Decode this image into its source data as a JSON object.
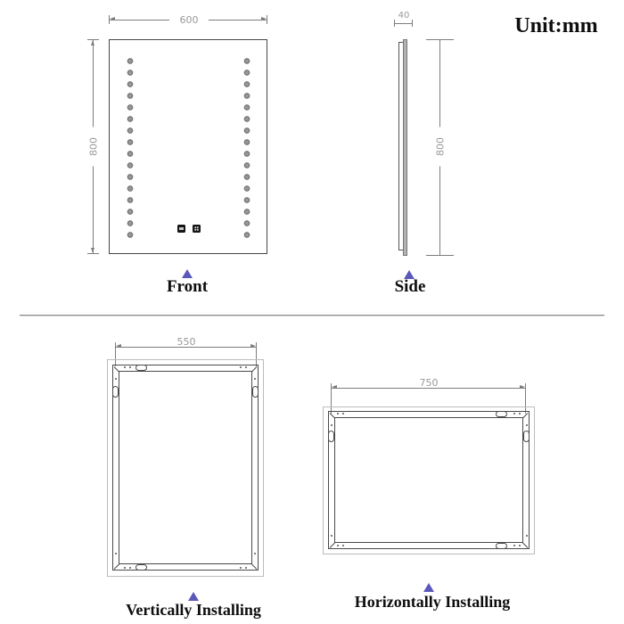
{
  "unit_label": "Unit:mm",
  "front": {
    "label": "Front",
    "width_mm": "600",
    "height_mm": "800"
  },
  "side": {
    "label": "Side",
    "depth_mm": "40",
    "height_mm": "800"
  },
  "vertical_install": {
    "label": "Vertically Installing",
    "hole_spacing_mm": "550"
  },
  "horizontal_install": {
    "label": "Horizontally Installing",
    "hole_spacing_mm": "750"
  },
  "mirror": {
    "led_columns": 2,
    "leds_per_column": 16,
    "touch_buttons": 2
  },
  "markers": {
    "icon": "triangle-up",
    "color": "#5a58bb"
  },
  "colors": {
    "outline": "#4a4a4a",
    "dimension_text": "#999999",
    "divider": "#8c8c8c",
    "glass_fill": "#b2b2b2"
  }
}
